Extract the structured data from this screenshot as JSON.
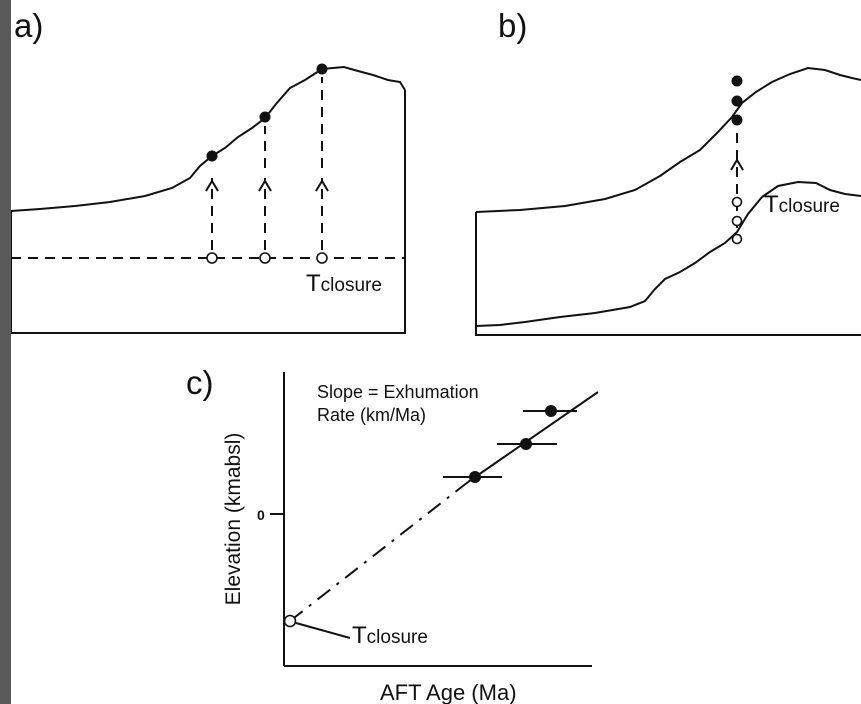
{
  "panels": {
    "a": {
      "label": "a)",
      "closure_base": "T",
      "closure_sub": "closure"
    },
    "b": {
      "label": "b)",
      "closure_base": "T",
      "closure_sub": "closure"
    },
    "c": {
      "label": "c)",
      "slope_line1": "Slope = Exhumation",
      "slope_line2": "Rate (km/Ma)",
      "y_axis_label": "Elevation (kmabsl)",
      "x_axis_label": "AFT Age (Ma)",
      "y_tick_label": "0",
      "closure_base": "T",
      "closure_sub": "closure"
    }
  }
}
